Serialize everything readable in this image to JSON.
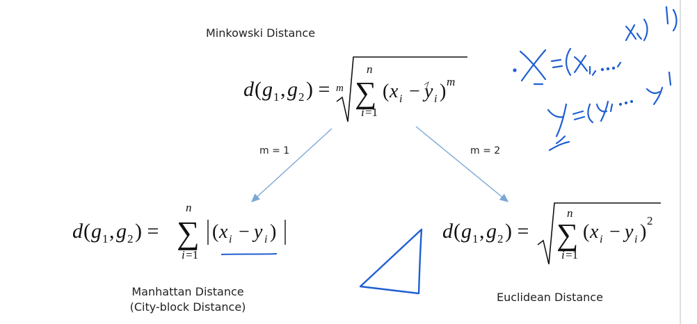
{
  "title": "Minkowski Distance",
  "branches": {
    "left_condition": "m = 1",
    "right_condition": "m = 2"
  },
  "captions": {
    "manhattan_line1": "Manhattan Distance",
    "manhattan_line2": "(City-block Distance)",
    "euclidean": "Euclidean Distance"
  },
  "colors": {
    "arrow": "#7ba7d6",
    "ink": "#1f5fd1",
    "text": "#222222"
  },
  "annotations": {
    "handwriting_note": "X=(x1, ..., xn)  y=(y1, ..., yn)"
  }
}
